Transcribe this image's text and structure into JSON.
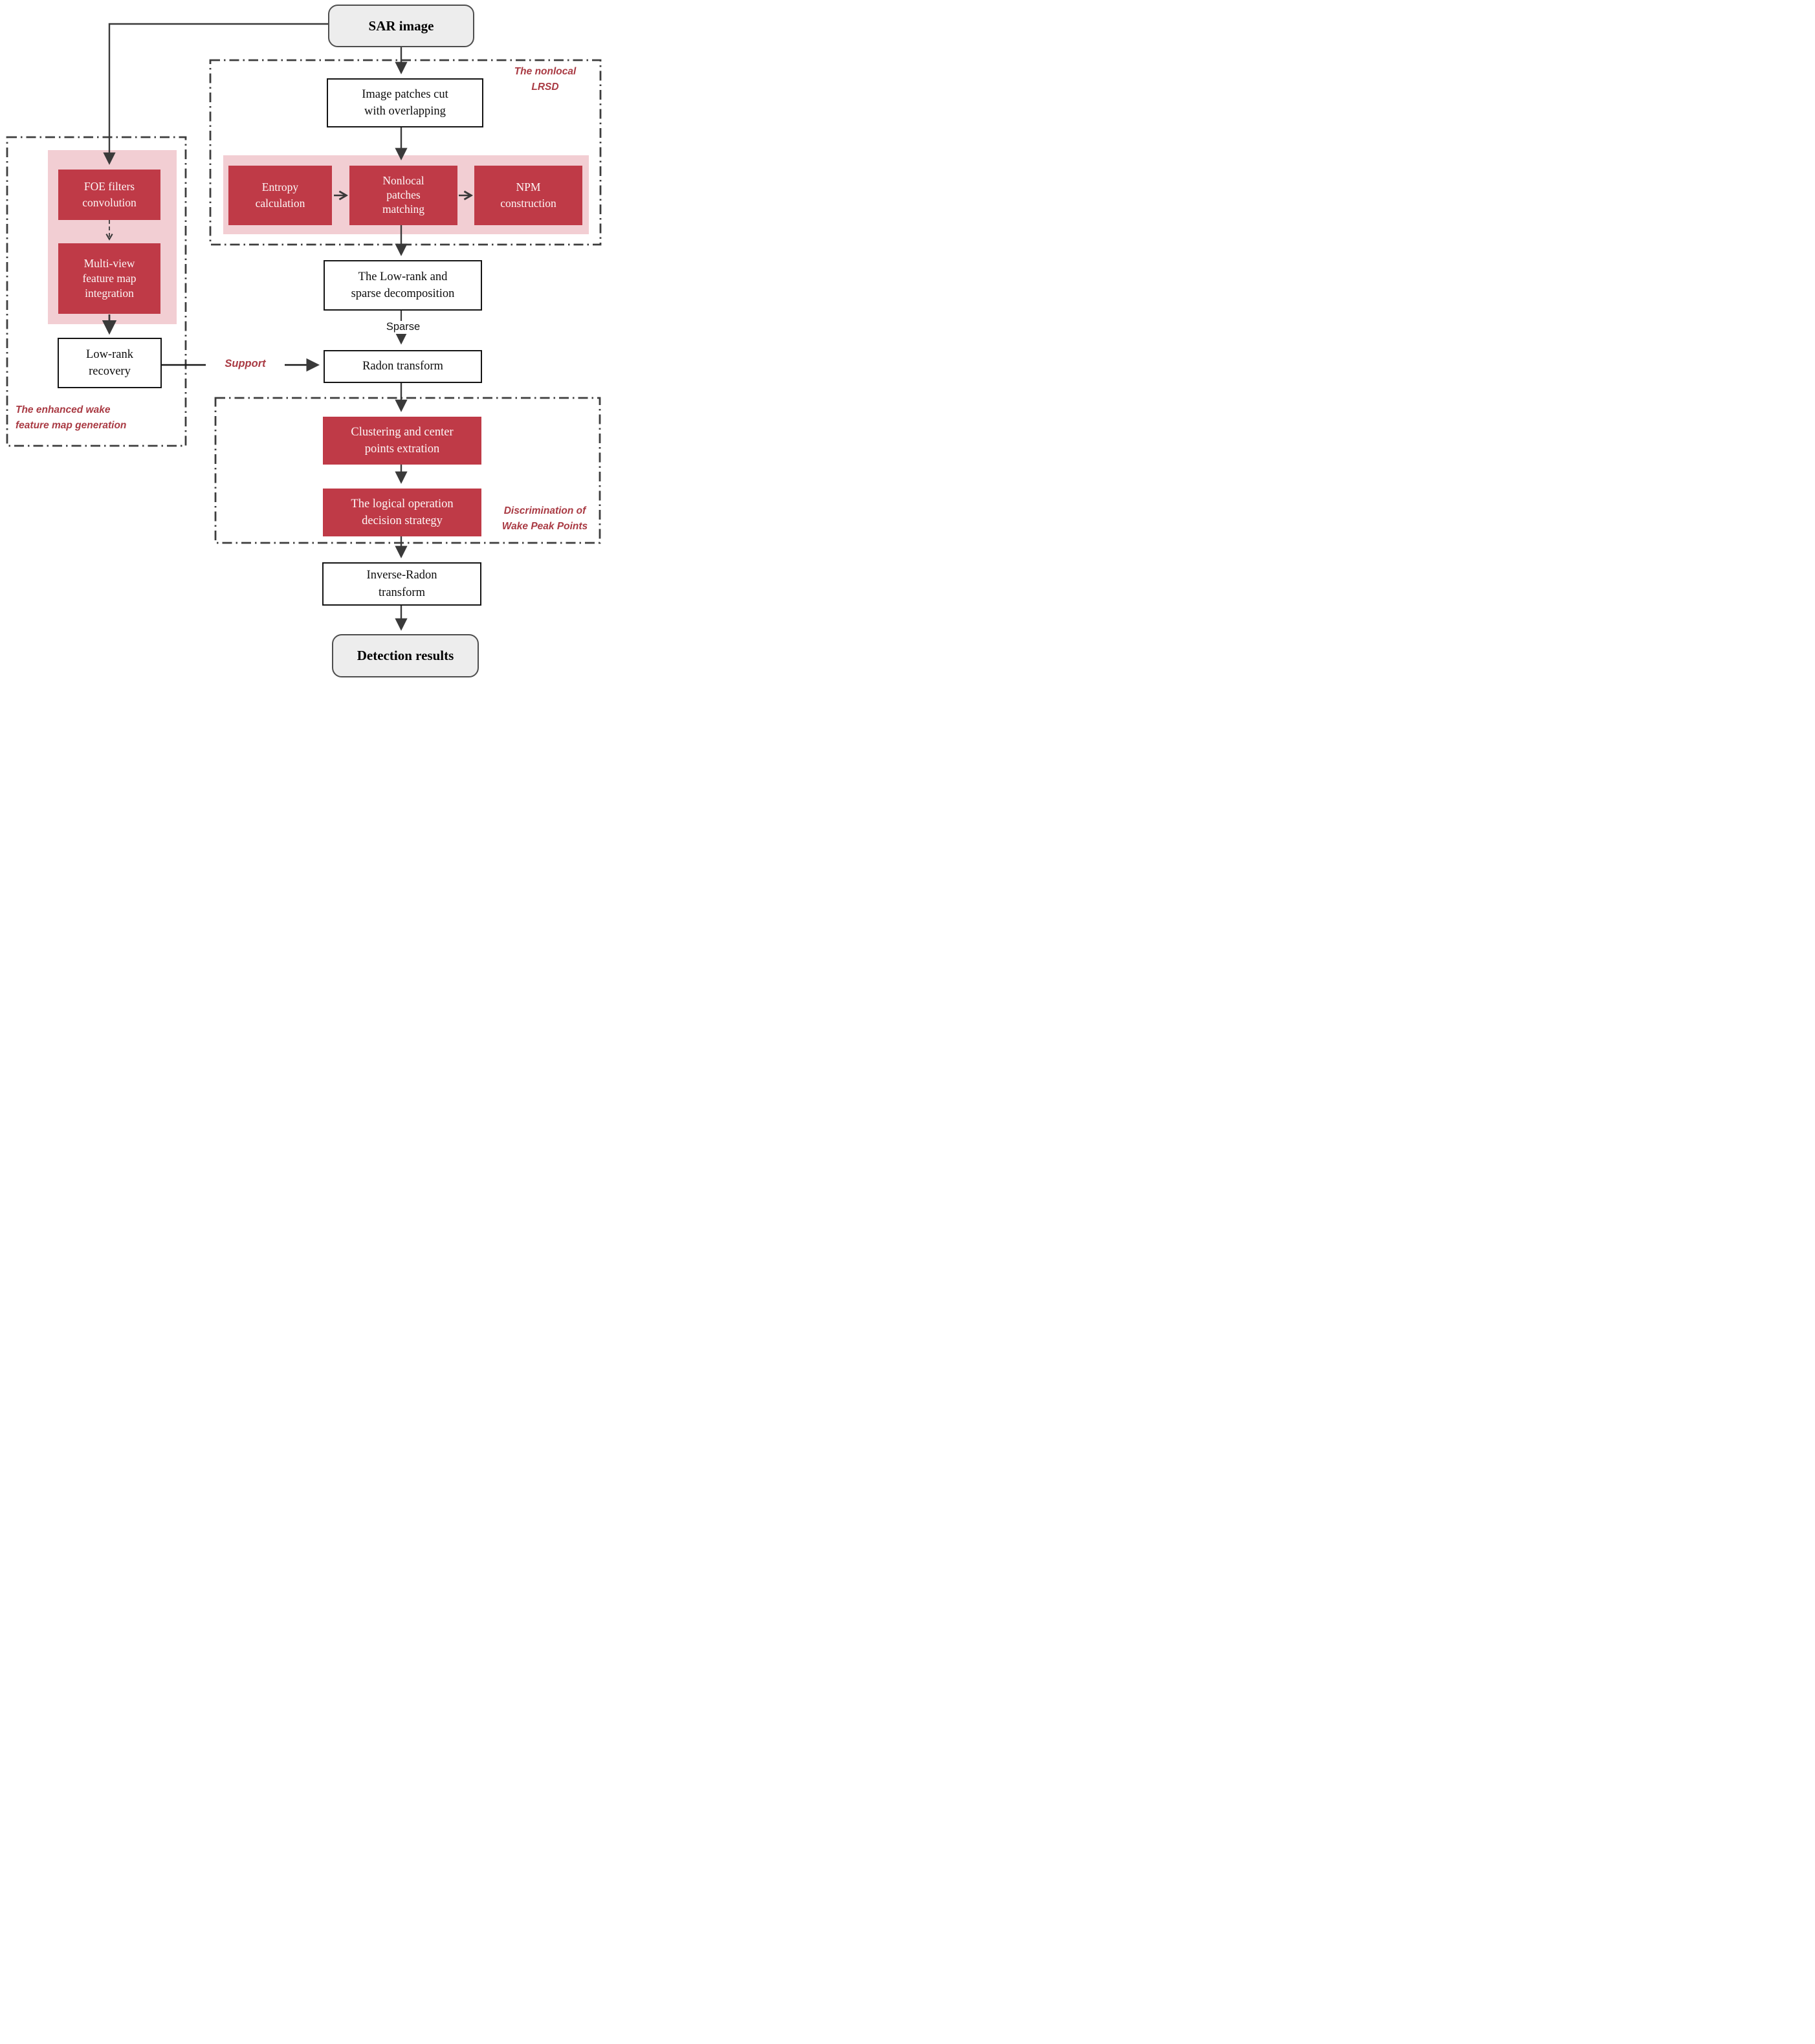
{
  "figure": {
    "type": "flowchart",
    "topic": "SAR image wake detection processing pipeline"
  },
  "colors": {
    "red_box_fill": "#bf3a47",
    "pink_band_fill": "#f2ced3",
    "red_label_text": "#a93a43",
    "terminal_fill": "#ededed",
    "line_color": "#3a3a3a",
    "dash_border_color": "#3d3d3d"
  },
  "nodes": {
    "sar": {
      "label": "SAR image"
    },
    "patches": {
      "line1": "Image patches cut",
      "line2": "with overlapping"
    },
    "entropy": {
      "line1": "Entropy",
      "line2": "calculation"
    },
    "nonlocal_patches": {
      "line1": "Nonlocal",
      "line2": "patches",
      "line3": "matching"
    },
    "npm": {
      "line1": "NPM",
      "line2": "construction"
    },
    "foe": {
      "line1": "FOE filters",
      "line2": "convolution"
    },
    "multiview": {
      "line1": "Multi-view",
      "line2": "feature map",
      "line3": "integration"
    },
    "lowrank_recovery": {
      "line1": "Low-rank",
      "line2": "recovery"
    },
    "decomposition": {
      "line1": "The  Low-rank and",
      "line2": "sparse decomposition"
    },
    "radon": {
      "label": "Radon transform"
    },
    "clustering": {
      "line1": "Clustering and center",
      "line2": "points extration"
    },
    "logical": {
      "line1": "The logical operation",
      "line2": "decision strategy"
    },
    "inverse_radon": {
      "line1": "Inverse-Radon",
      "line2": "transform"
    },
    "detection": {
      "label": "Detection results"
    }
  },
  "edge_labels": {
    "sparse": "Sparse",
    "support": "Support"
  },
  "region_labels": {
    "nonlocal_lrsd": {
      "line1": "The nonlocal",
      "line2": "LRSD"
    },
    "enhanced_wake": {
      "line1": "The enhanced wake",
      "line2": "feature map generation"
    },
    "discrimination": {
      "line1": "Discrimination of",
      "line2": "Wake Peak Points"
    }
  }
}
